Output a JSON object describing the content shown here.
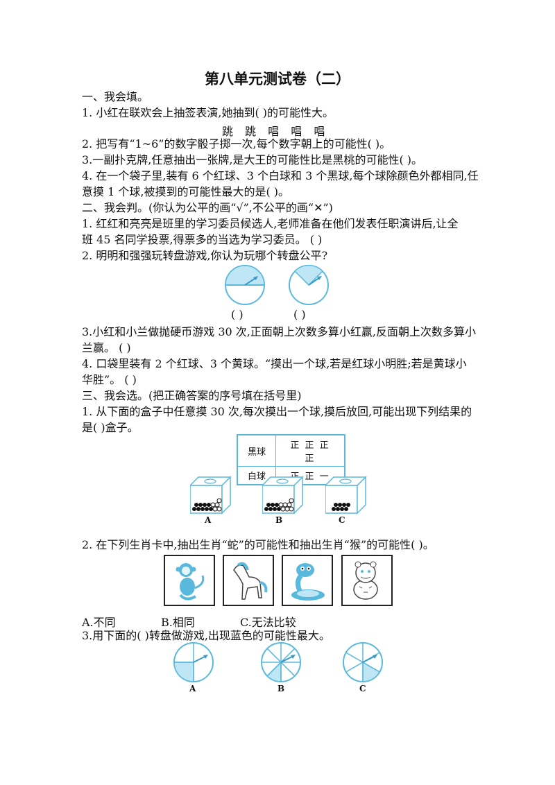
{
  "title": "第八单元测试卷（二）",
  "sections": {
    "s1": "一、我会填。",
    "s2": "二、我会判。(你认为公平的画“√”,不公平的画“✕”)",
    "s3": "三、我会选。(把正确答案的序号填在括号里)"
  },
  "part1": {
    "q1": "1.  小红在联欢会上抽签表演,她抽到(        )的可能性大。",
    "q1_words": "跳 跳 唱 唱 唱",
    "q2": "2.  把写有“1~6”的数字骰子掷一次,每个数字朝上的可能性(        )。",
    "q3": "3.一副扑克牌,任意抽出一张牌,是大王的可能性比是黑桃的可能性(        )。",
    "q4_l1": "4.  在一个袋子里,装有 6 个红球、3 个白球和 3 个黑球,每个球除颜色外都相同,任",
    "q4_l2": "意摸 1 个球,被摸到的可能性最大的是(        )。"
  },
  "part2": {
    "q1_l1": "1.  红红和亮亮是班里的学习委员候选人,老师准备在他们发表任职演讲后,让全",
    "q1_l2": "班 45 名同学投票,得票多的当选为学习委员。     (        )",
    "q2": "2.  明明和强强玩转盘游戏,你认为玩哪个转盘公平?",
    "q2_paren_a": "(        )",
    "q2_paren_b": "(        )",
    "q3_l1": "3.小红和小兰做抛硬币游戏 30 次,正面朝上次数多算小红赢,反面朝上次数多算小",
    "q3_l2": "兰赢。 (        )",
    "q4_l1": "4.  口袋里装有 2 个红球、3 个黄球。“摸出一个球,若是红球小明胜;若是黄球小",
    "q4_l2": "华胜”。     (        )"
  },
  "part3": {
    "q1_l1": "1.  从下面的盒子中任意摸 30 次,每次摸出一个球,摸后放回,可能出现下列结果的",
    "q1_l2": "是(        )盒子。",
    "tally": [
      {
        "label": "黑球",
        "marks": "正 正 正 正"
      },
      {
        "label": "白球",
        "marks": "正 正 一"
      }
    ],
    "box_labels": [
      "A",
      "B",
      "C"
    ],
    "q2": "2.  在下列生肖卡中,抽出生肖“蛇”的可能性和抽出生肖“猴”的可能性(        )。",
    "options": [
      "A.不同",
      "B.相同",
      "C.无法比较"
    ],
    "q3": "3.用下面的(        )转盘做游戏,出现蓝色的可能性最大。",
    "spinner_labels": [
      "A",
      "B",
      "C"
    ]
  },
  "colors": {
    "accent_blue": "#58b9dc",
    "fill_blue": "#bfe6f4"
  },
  "icons": [
    "monkey-card-icon",
    "horse-card-icon",
    "snake-card-icon",
    "tiger-card-icon"
  ]
}
